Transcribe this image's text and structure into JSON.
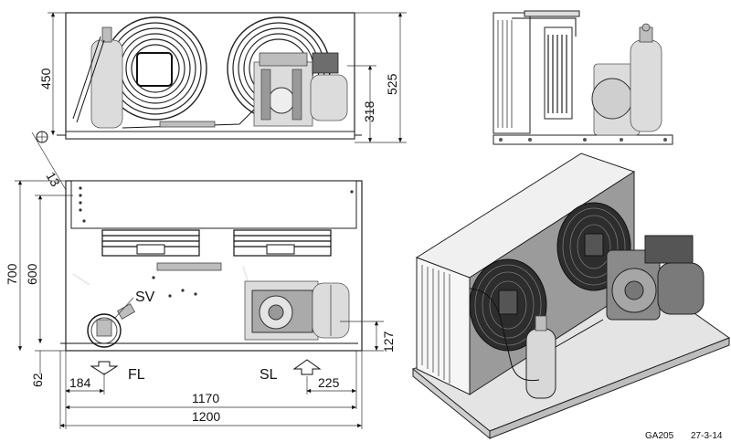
{
  "dimensions": {
    "top_height_450": "450",
    "top_height_318": "318",
    "top_height_525": "525",
    "angle_13": "13",
    "left_700": "700",
    "left_600": "600",
    "left_62": "62",
    "right_127": "127",
    "bottom_184": "184",
    "bottom_225": "225",
    "bottom_1170": "1170",
    "bottom_1200": "1200"
  },
  "labels": {
    "sv": "SV",
    "fl": "FL",
    "sl": "SL"
  },
  "footer": {
    "code": "GA205",
    "date": "27-3-14"
  }
}
